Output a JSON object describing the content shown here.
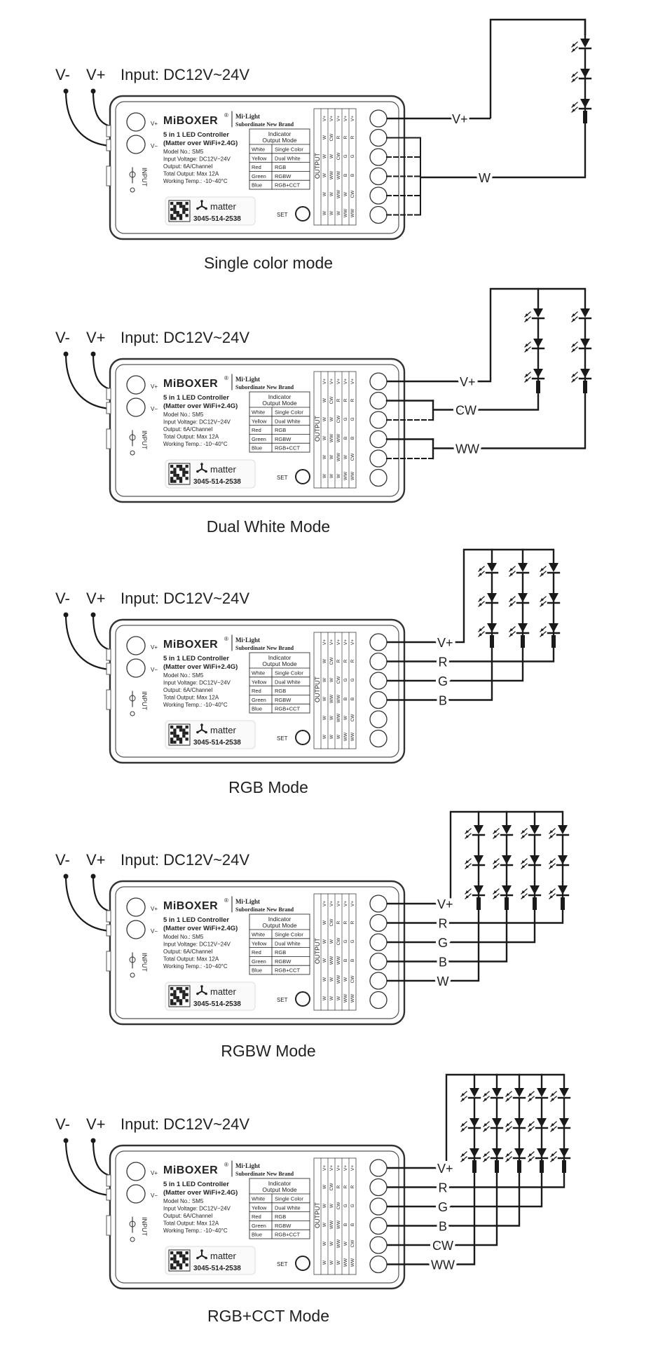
{
  "input_label": "Input: DC12V~24V",
  "power_minus": "V-",
  "power_plus": "V+",
  "controller": {
    "brand": "MiBOXER",
    "registered": "®",
    "sub_brand_top": "Mi·Light",
    "sub_brand_bottom": "Subordinate New Brand",
    "product_line1": "5 in 1 LED Controller",
    "product_line2": "(Matter over WiFi+2.4G)",
    "specs": [
      "Model No.: SM5",
      "Input Voltage: DC12V~24V",
      "Output: 6A/Channel",
      "Total Output: Max 12A",
      "Working Temp.: -10~40°C"
    ],
    "indicator_title1": "Indicator",
    "indicator_title2": "Output Mode",
    "indicator_rows": [
      [
        "White",
        "Single Color"
      ],
      [
        "Yellow",
        "Dual White"
      ],
      [
        "Red",
        "RGB"
      ],
      [
        "Green",
        "RGBW"
      ],
      [
        "Blue",
        "RGB+CCT"
      ]
    ],
    "matter_label": "matter",
    "matter_code": "3045-514-2538",
    "set_label": "SET",
    "input_text": "INPUT",
    "output_text": "OUTPUT",
    "left_terminal_plus": "V+",
    "left_terminal_minus": "V−",
    "output_columns": [
      [
        "V+",
        "W",
        "W",
        "W",
        "W",
        "W"
      ],
      [
        "V+",
        "CW",
        "W",
        "WW",
        "W",
        "W"
      ],
      [
        "V+",
        "R",
        "CW",
        "WW",
        "WW",
        "W"
      ],
      [
        "V+",
        "R",
        "G",
        "B",
        "W",
        "WW"
      ],
      [
        "V+",
        "R",
        "G",
        "B",
        "CW",
        "WW"
      ]
    ]
  },
  "modes": [
    {
      "id": "single",
      "caption": "Single color mode",
      "out_labels": [
        "V+",
        "W"
      ]
    },
    {
      "id": "dual",
      "caption": "Dual White Mode",
      "out_labels": [
        "V+",
        "CW",
        "WW"
      ]
    },
    {
      "id": "rgb",
      "caption": "RGB Mode",
      "out_labels": [
        "V+",
        "R",
        "G",
        "B"
      ]
    },
    {
      "id": "rgbw",
      "caption": "RGBW Mode",
      "out_labels": [
        "V+",
        "R",
        "G",
        "B",
        "W"
      ]
    },
    {
      "id": "rgbcct",
      "caption": "RGB+CCT Mode",
      "out_labels": [
        "V+",
        "R",
        "G",
        "B",
        "CW",
        "WW"
      ]
    }
  ],
  "colors": {
    "line": "#1a1a1a",
    "text": "#222222",
    "box_stroke": "#333333"
  }
}
